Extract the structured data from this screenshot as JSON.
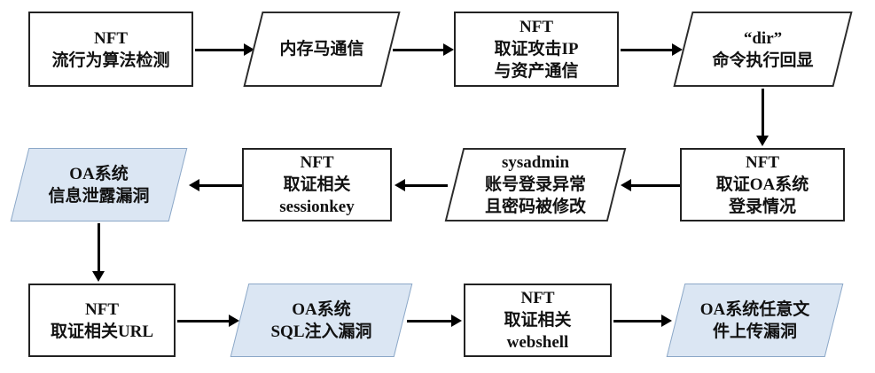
{
  "diagram": {
    "title": "NFT forensics flowchart",
    "colors": {
      "background": "#ffffff",
      "node_border": "#222222",
      "node_fill": "#ffffff",
      "highlight_fill": "#dbe6f3",
      "highlight_border": "#8ba7c7",
      "arrow": "#000000",
      "text": "#111111"
    },
    "nodes": [
      {
        "id": "nft-traffic-behavior-detection",
        "shape": "rect",
        "lines": [
          "NFT",
          "流行为算法检测"
        ]
      },
      {
        "id": "memory-webshell-comm",
        "shape": "parallelogram",
        "lines": [
          "内存马通信"
        ]
      },
      {
        "id": "nft-forensic-attack-ip",
        "shape": "rect",
        "lines": [
          "NFT",
          "取证攻击IP",
          "与资产通信"
        ]
      },
      {
        "id": "dir-command-echo",
        "shape": "parallelogram",
        "lines": [
          "“dir”",
          "命令执行回显"
        ]
      },
      {
        "id": "oa-info-leak-vuln",
        "shape": "parallelogram-blue",
        "lines": [
          "OA系统",
          "信息泄露漏洞"
        ]
      },
      {
        "id": "nft-forensic-sessionkey",
        "shape": "rect",
        "lines": [
          "NFT",
          "取证相关",
          "sessionkey"
        ]
      },
      {
        "id": "sysadmin-abnormal-login",
        "shape": "parallelogram",
        "lines": [
          "sysadmin",
          "账号登录异常",
          "且密码被修改"
        ]
      },
      {
        "id": "nft-forensic-oa-login",
        "shape": "rect",
        "lines": [
          "NFT",
          "取证OA系统",
          "登录情况"
        ]
      },
      {
        "id": "nft-forensic-url",
        "shape": "rect",
        "lines": [
          "NFT",
          "取证相关URL"
        ]
      },
      {
        "id": "oa-sql-injection-vuln",
        "shape": "parallelogram-blue",
        "lines": [
          "OA系统",
          "SQL注入漏洞"
        ]
      },
      {
        "id": "nft-forensic-webshell",
        "shape": "rect",
        "lines": [
          "NFT",
          "取证相关",
          "webshell"
        ]
      },
      {
        "id": "oa-arbitrary-upload-vuln",
        "shape": "parallelogram-blue",
        "lines": [
          "OA系统任意文",
          "件上传漏洞"
        ]
      }
    ],
    "edges": [
      {
        "from": "nft-traffic-behavior-detection",
        "to": "memory-webshell-comm",
        "direction": "right"
      },
      {
        "from": "memory-webshell-comm",
        "to": "nft-forensic-attack-ip",
        "direction": "right"
      },
      {
        "from": "nft-forensic-attack-ip",
        "to": "dir-command-echo",
        "direction": "right"
      },
      {
        "from": "dir-command-echo",
        "to": "nft-forensic-oa-login",
        "direction": "down"
      },
      {
        "from": "nft-forensic-oa-login",
        "to": "sysadmin-abnormal-login",
        "direction": "left"
      },
      {
        "from": "sysadmin-abnormal-login",
        "to": "nft-forensic-sessionkey",
        "direction": "left"
      },
      {
        "from": "nft-forensic-sessionkey",
        "to": "oa-info-leak-vuln",
        "direction": "left"
      },
      {
        "from": "oa-info-leak-vuln",
        "to": "nft-forensic-url",
        "direction": "down"
      },
      {
        "from": "nft-forensic-url",
        "to": "oa-sql-injection-vuln",
        "direction": "right"
      },
      {
        "from": "oa-sql-injection-vuln",
        "to": "nft-forensic-webshell",
        "direction": "right"
      },
      {
        "from": "nft-forensic-webshell",
        "to": "oa-arbitrary-upload-vuln",
        "direction": "right"
      }
    ]
  }
}
